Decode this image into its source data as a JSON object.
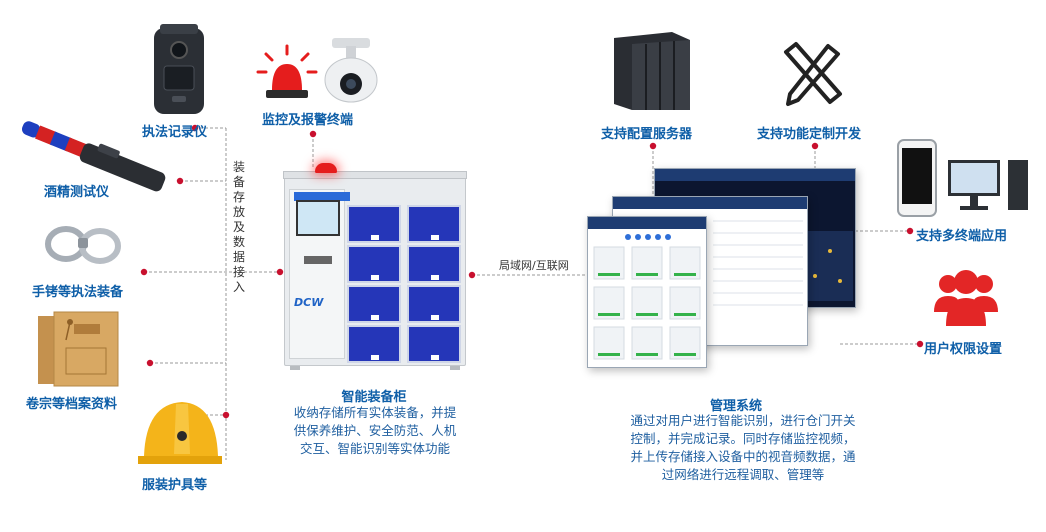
{
  "center": {
    "cabinet_title": "智能装备柜",
    "cabinet_desc_lines": [
      "收纳存储所有实体装备，并提",
      "供保养维护、安全防范、人机",
      "交互、智能识别等实体功能"
    ],
    "cabinet_brand": "DCW",
    "vertical_label": "装备存放及数据接入",
    "network_label": "局域网/互联网"
  },
  "left_items": {
    "recorder": "执法记录仪",
    "alcohol_tester": "酒精测试仪",
    "handcuffs": "手铐等执法装备",
    "files": "卷宗等档案资料",
    "protective_gear": "服装护具等"
  },
  "top_items": {
    "alarm": "监控及报警终端"
  },
  "right_items": {
    "server": "支持配置服务器",
    "custom_dev": "支持功能定制开发",
    "multi_terminal": "支持多终端应用",
    "permissions": "用户权限设置"
  },
  "management": {
    "title": "管理系统",
    "desc_lines": [
      "通过对用户进行智能识别，进行仓门开关",
      "控制，并完成记录。同时存储监控视频，",
      "并上传存储接入设备中的视音频数据，通",
      "过网络进行远程调取、管理等"
    ]
  },
  "colors": {
    "label_blue": "#0f5fa8",
    "connector_red": "#c8102e",
    "line_gray": "#9a9a9a",
    "cabinet_door_blue": "#2536b8",
    "alarm_red": "#e51d1d"
  }
}
